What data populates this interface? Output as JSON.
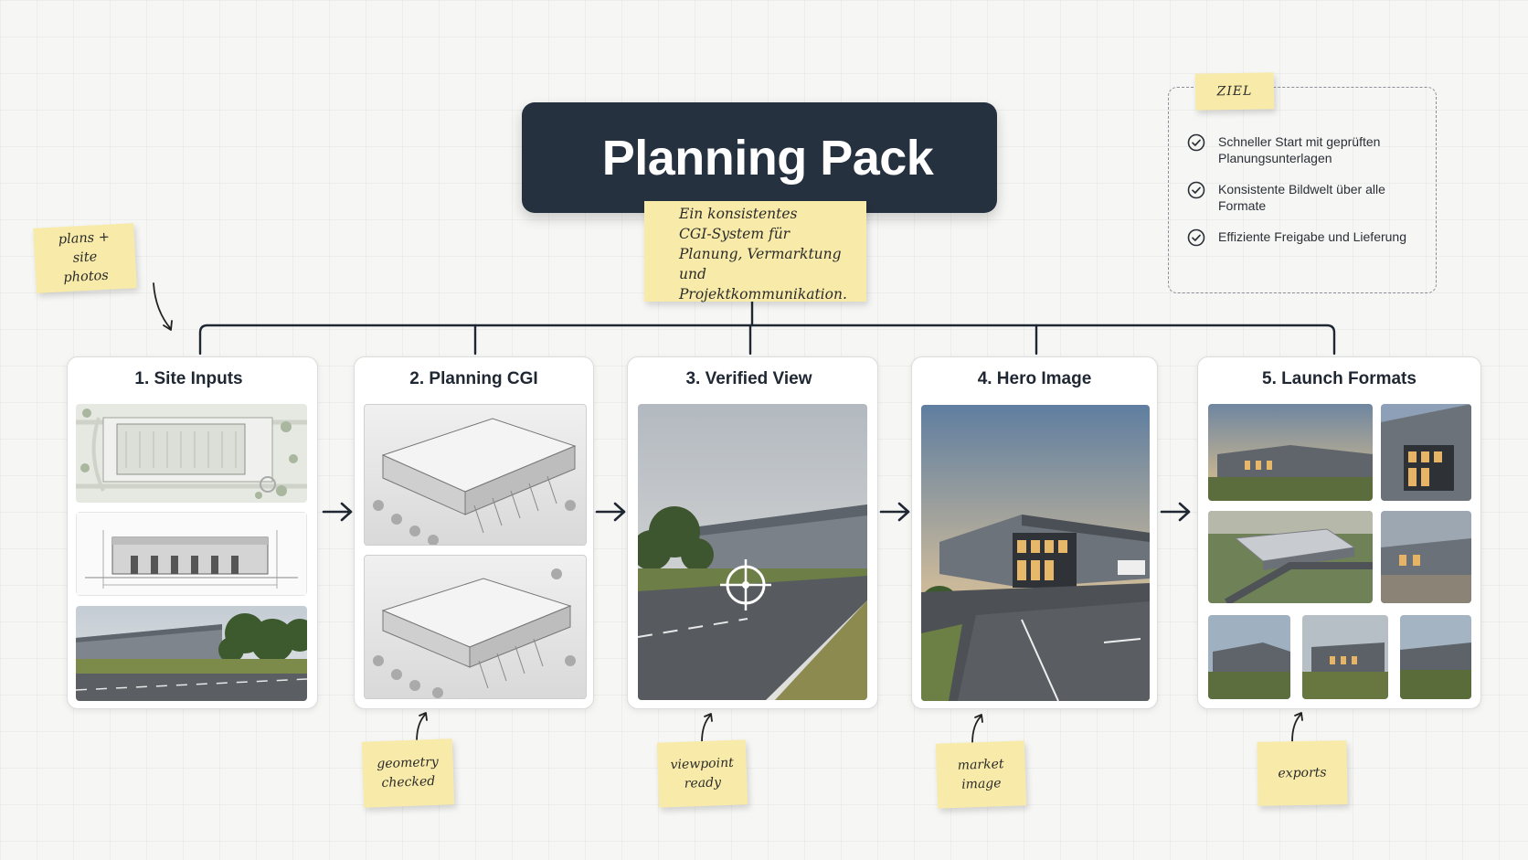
{
  "title": "Planning Pack",
  "subtitle_note": "Ein konsistentes\nCGI-System für\nPlanung, Vermarktung\nund Projektkommunikation.",
  "goal": {
    "tag": "ZIEL",
    "items": [
      "Schneller Start mit geprüften Planungsunterlagen",
      "Konsistente Bildwelt über alle Formate",
      "Effiziente Freigabe und Lieferung"
    ]
  },
  "notes": {
    "inputs": "plans + site photos",
    "geometry": "geometry checked",
    "viewpoint": "viewpoint ready",
    "market": "market image",
    "exports": "exports"
  },
  "steps": [
    {
      "label": "1. Site Inputs"
    },
    {
      "label": "2. Planning CGI"
    },
    {
      "label": "3. Verified View"
    },
    {
      "label": "4. Hero Image"
    },
    {
      "label": "5. Launch Formats"
    }
  ],
  "colors": {
    "title_bg": "#26313f",
    "sticky": "#f8eba9",
    "connector": "#1f2733"
  },
  "icons": [
    "check-circle-icon",
    "arrow-right-icon",
    "crosshair-icon",
    "curved-arrow-icon"
  ]
}
